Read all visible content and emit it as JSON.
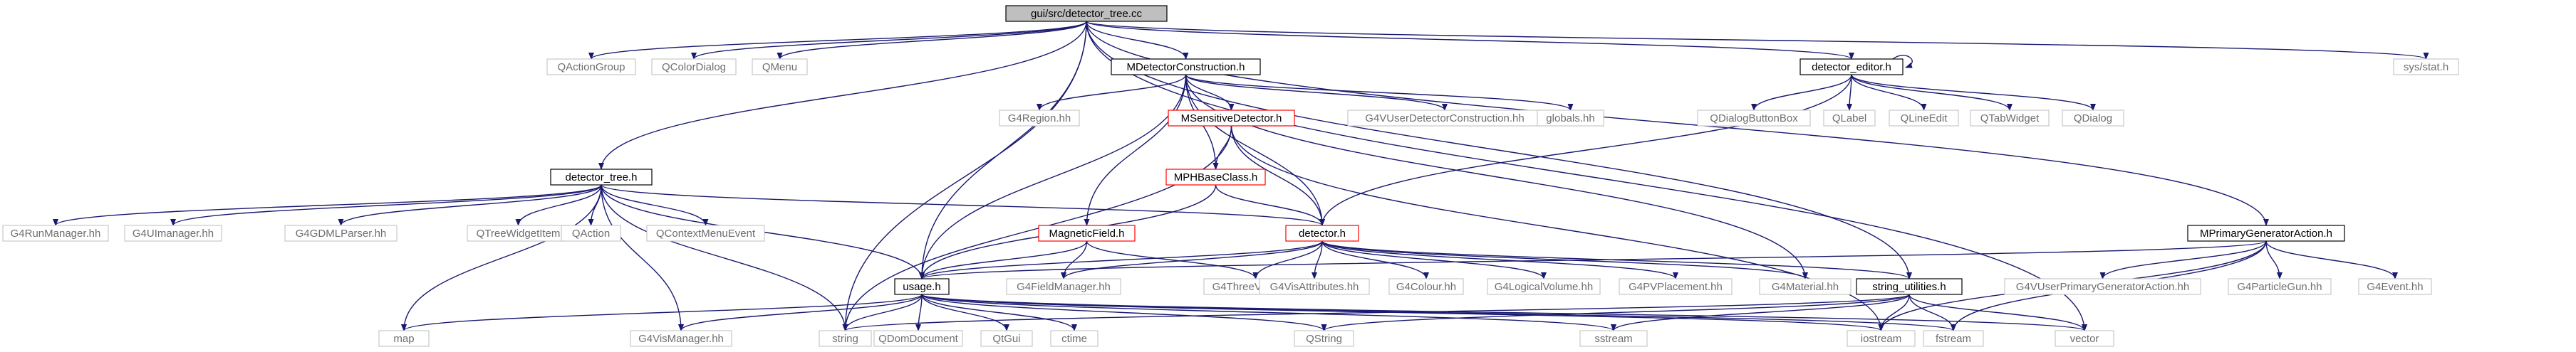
{
  "diagram": {
    "type": "include-dependency-graph",
    "colors": {
      "edge": "#191970",
      "root_fill": "#bfbfbf",
      "documented_border": "#000000",
      "undocumented_border": "#ff0000",
      "external_border": "#c8c8c8",
      "external_text": "#6e6e6e"
    },
    "nodes": [
      {
        "id": "root",
        "label": "gui/src/detector_tree.cc",
        "kind": "root"
      },
      {
        "id": "qactiongroup",
        "label": "QActionGroup",
        "kind": "external"
      },
      {
        "id": "qcolordialog",
        "label": "QColorDialog",
        "kind": "external"
      },
      {
        "id": "qmenu",
        "label": "QMenu",
        "kind": "external"
      },
      {
        "id": "mdetcons",
        "label": "MDetectorConstruction.h",
        "kind": "documented"
      },
      {
        "id": "deteditor",
        "label": "detector_editor.h",
        "kind": "documented"
      },
      {
        "id": "sysstat",
        "label": "sys/stat.h",
        "kind": "external"
      },
      {
        "id": "g4region",
        "label": "G4Region.hh",
        "kind": "external"
      },
      {
        "id": "msensdet",
        "label": "MSensitiveDetector.h",
        "kind": "undocumented"
      },
      {
        "id": "g4vuserdet",
        "label": "G4VUserDetectorConstruction.hh",
        "kind": "external"
      },
      {
        "id": "globals",
        "label": "globals.hh",
        "kind": "external"
      },
      {
        "id": "qdialogbuttonbox",
        "label": "QDialogButtonBox",
        "kind": "external"
      },
      {
        "id": "qlabel",
        "label": "QLabel",
        "kind": "external"
      },
      {
        "id": "qlineedit",
        "label": "QLineEdit",
        "kind": "external"
      },
      {
        "id": "qtabwidget",
        "label": "QTabWidget",
        "kind": "external"
      },
      {
        "id": "qdialog",
        "label": "QDialog",
        "kind": "external"
      },
      {
        "id": "dettree",
        "label": "detector_tree.h",
        "kind": "documented"
      },
      {
        "id": "mphbase",
        "label": "MPHBaseClass.h",
        "kind": "undocumented"
      },
      {
        "id": "g4runmanager",
        "label": "G4RunManager.hh",
        "kind": "external"
      },
      {
        "id": "g4uimanager",
        "label": "G4UImanager.hh",
        "kind": "external"
      },
      {
        "id": "g4gdmlparser",
        "label": "G4GDMLParser.hh",
        "kind": "external"
      },
      {
        "id": "qtreewidgetitem",
        "label": "QTreeWidgetItem",
        "kind": "external"
      },
      {
        "id": "qaction",
        "label": "QAction",
        "kind": "external"
      },
      {
        "id": "qcontextmenuevent",
        "label": "QContextMenuEvent",
        "kind": "external"
      },
      {
        "id": "magfield",
        "label": "MagneticField.h",
        "kind": "undocumented"
      },
      {
        "id": "detector",
        "label": "detector.h",
        "kind": "undocumented"
      },
      {
        "id": "mprimgen",
        "label": "MPrimaryGeneratorAction.h",
        "kind": "documented"
      },
      {
        "id": "usage",
        "label": "usage.h",
        "kind": "documented"
      },
      {
        "id": "g4fieldmanager",
        "label": "G4FieldManager.hh",
        "kind": "external"
      },
      {
        "id": "g4threevector",
        "label": "G4ThreeVector.hh",
        "kind": "external"
      },
      {
        "id": "g4visattributes",
        "label": "G4VisAttributes.hh",
        "kind": "external"
      },
      {
        "id": "g4colour",
        "label": "G4Colour.hh",
        "kind": "external"
      },
      {
        "id": "g4logicalvolume",
        "label": "G4LogicalVolume.hh",
        "kind": "external"
      },
      {
        "id": "g4pvplacement",
        "label": "G4PVPlacement.hh",
        "kind": "external"
      },
      {
        "id": "g4material",
        "label": "G4Material.hh",
        "kind": "external"
      },
      {
        "id": "stringutil",
        "label": "string_utilities.h",
        "kind": "documented"
      },
      {
        "id": "g4vuserprimgen",
        "label": "G4VUserPrimaryGeneratorAction.hh",
        "kind": "external"
      },
      {
        "id": "g4particlegun",
        "label": "G4ParticleGun.hh",
        "kind": "external"
      },
      {
        "id": "g4event",
        "label": "G4Event.hh",
        "kind": "external"
      },
      {
        "id": "map",
        "label": "map",
        "kind": "external"
      },
      {
        "id": "g4vismanager",
        "label": "G4VisManager.hh",
        "kind": "external"
      },
      {
        "id": "string",
        "label": "string",
        "kind": "external"
      },
      {
        "id": "qdomdocument",
        "label": "QDomDocument",
        "kind": "external"
      },
      {
        "id": "qtgui",
        "label": "QtGui",
        "kind": "external"
      },
      {
        "id": "ctime",
        "label": "ctime",
        "kind": "external"
      },
      {
        "id": "qstring",
        "label": "QString",
        "kind": "external"
      },
      {
        "id": "sstream",
        "label": "sstream",
        "kind": "external"
      },
      {
        "id": "iostream",
        "label": "iostream",
        "kind": "external"
      },
      {
        "id": "fstream",
        "label": "fstream",
        "kind": "external"
      },
      {
        "id": "vector",
        "label": "vector",
        "kind": "external"
      }
    ],
    "edges": [
      [
        "root",
        "qactiongroup"
      ],
      [
        "root",
        "qcolordialog"
      ],
      [
        "root",
        "qmenu"
      ],
      [
        "root",
        "mdetcons"
      ],
      [
        "root",
        "deteditor"
      ],
      [
        "root",
        "sysstat"
      ],
      [
        "root",
        "dettree"
      ],
      [
        "root",
        "string"
      ],
      [
        "root",
        "usage"
      ],
      [
        "root",
        "stringutil"
      ],
      [
        "root",
        "mprimgen"
      ],
      [
        "root",
        "vector"
      ],
      [
        "mdetcons",
        "g4region"
      ],
      [
        "mdetcons",
        "msensdet"
      ],
      [
        "mdetcons",
        "g4vuserdet"
      ],
      [
        "mdetcons",
        "globals"
      ],
      [
        "mdetcons",
        "mphbase"
      ],
      [
        "mdetcons",
        "magfield"
      ],
      [
        "mdetcons",
        "detector"
      ],
      [
        "mdetcons",
        "usage"
      ],
      [
        "mdetcons",
        "g4material"
      ],
      [
        "deteditor",
        "deteditor"
      ],
      [
        "deteditor",
        "qdialogbuttonbox"
      ],
      [
        "deteditor",
        "qlabel"
      ],
      [
        "deteditor",
        "qlineedit"
      ],
      [
        "deteditor",
        "qtabwidget"
      ],
      [
        "deteditor",
        "qdialog"
      ],
      [
        "deteditor",
        "detector"
      ],
      [
        "msensdet",
        "mphbase"
      ],
      [
        "msensdet",
        "detector"
      ],
      [
        "msensdet",
        "string"
      ],
      [
        "msensdet",
        "iostream"
      ],
      [
        "mphbase",
        "detector"
      ],
      [
        "mphbase",
        "usage"
      ],
      [
        "dettree",
        "g4runmanager"
      ],
      [
        "dettree",
        "g4uimanager"
      ],
      [
        "dettree",
        "g4gdmlparser"
      ],
      [
        "dettree",
        "qtreewidgetitem"
      ],
      [
        "dettree",
        "qaction"
      ],
      [
        "dettree",
        "qcontextmenuevent"
      ],
      [
        "dettree",
        "detector"
      ],
      [
        "dettree",
        "usage"
      ],
      [
        "dettree",
        "map"
      ],
      [
        "dettree",
        "g4vismanager"
      ],
      [
        "dettree",
        "string"
      ],
      [
        "magfield",
        "g4fieldmanager"
      ],
      [
        "magfield",
        "usage"
      ],
      [
        "magfield",
        "g4threevector"
      ],
      [
        "detector",
        "usage"
      ],
      [
        "detector",
        "g4fieldmanager"
      ],
      [
        "detector",
        "g4threevector"
      ],
      [
        "detector",
        "g4visattributes"
      ],
      [
        "detector",
        "g4colour"
      ],
      [
        "detector",
        "g4logicalvolume"
      ],
      [
        "detector",
        "g4pvplacement"
      ],
      [
        "detector",
        "g4material"
      ],
      [
        "detector",
        "stringutil"
      ],
      [
        "usage",
        "map"
      ],
      [
        "usage",
        "g4vismanager"
      ],
      [
        "usage",
        "string"
      ],
      [
        "usage",
        "qdomdocument"
      ],
      [
        "usage",
        "qtgui"
      ],
      [
        "usage",
        "ctime"
      ],
      [
        "usage",
        "qstring"
      ],
      [
        "usage",
        "sstream"
      ],
      [
        "usage",
        "iostream"
      ],
      [
        "usage",
        "fstream"
      ],
      [
        "usage",
        "vector"
      ],
      [
        "stringutil",
        "string"
      ],
      [
        "stringutil",
        "qstring"
      ],
      [
        "stringutil",
        "sstream"
      ],
      [
        "stringutil",
        "iostream"
      ],
      [
        "stringutil",
        "fstream"
      ],
      [
        "stringutil",
        "vector"
      ],
      [
        "mprimgen",
        "usage"
      ],
      [
        "mprimgen",
        "g4vuserprimgen"
      ],
      [
        "mprimgen",
        "g4particlegun"
      ],
      [
        "mprimgen",
        "g4event"
      ],
      [
        "mprimgen",
        "iostream"
      ],
      [
        "mprimgen",
        "fstream"
      ]
    ]
  }
}
